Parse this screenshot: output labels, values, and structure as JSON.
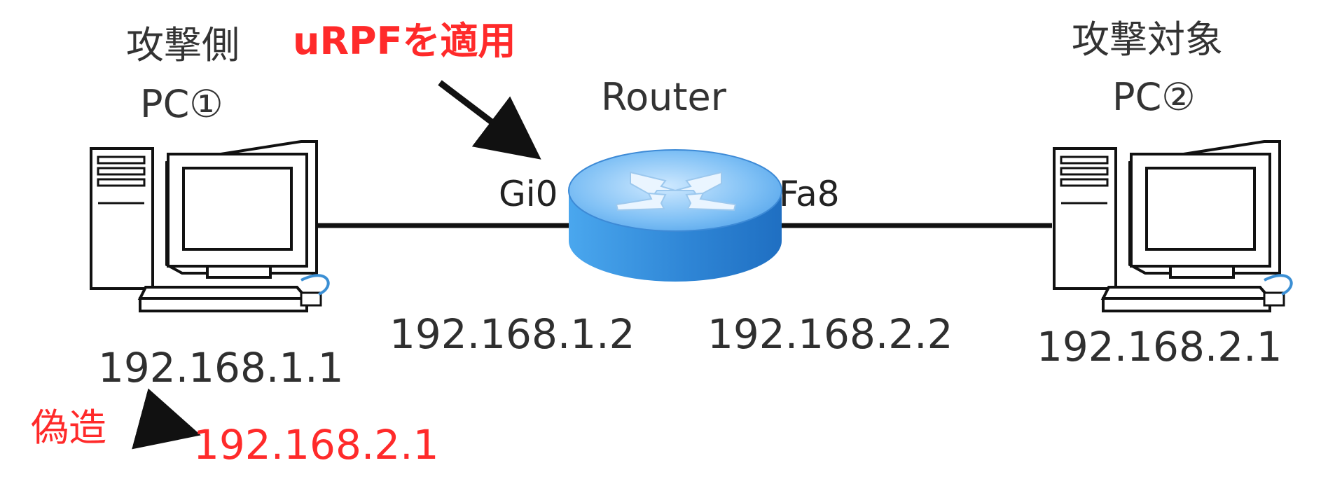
{
  "attacker": {
    "role": "攻撃側",
    "name": "PC①",
    "ip": "192.168.1.1"
  },
  "spoof": {
    "label": "偽造",
    "ip": "192.168.2.1"
  },
  "urpf": {
    "label": "uRPFを適用"
  },
  "router": {
    "name": "Router",
    "iface_left": "Gi0",
    "iface_right": "Fa8",
    "ip_left": "192.168.1.2",
    "ip_right": "192.168.2.2"
  },
  "target": {
    "role": "攻撃対象",
    "name": "PC②",
    "ip": "192.168.2.1"
  },
  "colors": {
    "annotation": "#ff2a2a",
    "router_blue": "#3f8fde",
    "line": "#111111"
  }
}
